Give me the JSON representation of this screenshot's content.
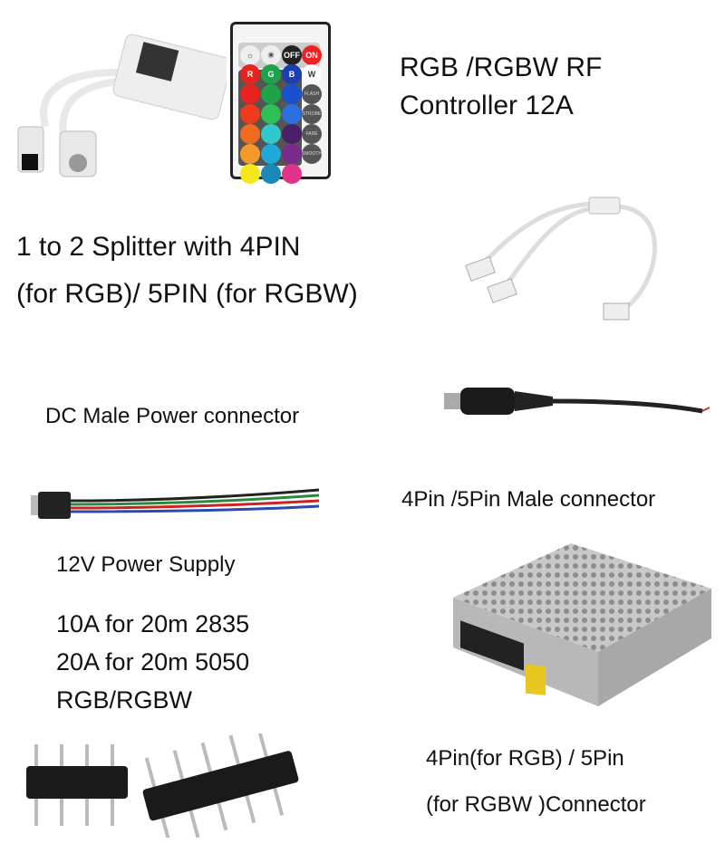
{
  "controller": {
    "line1": "RGB /RGBW RF",
    "line2": "Controller 12A"
  },
  "remote": {
    "buttons": {
      "off": "OFF",
      "on": "ON",
      "r": "R",
      "g": "G",
      "b": "B",
      "w": "W",
      "flash": "FLASH",
      "strobe": "STROBE",
      "fade": "FADE",
      "smooth": "SMOOTH"
    },
    "colors": [
      "#e8221c",
      "#1fa34a",
      "#1a4fd0",
      "#f03a1c",
      "#2fbf58",
      "#2b6fe0",
      "#f06a20",
      "#30c8c8",
      "#4a1f6a",
      "#f59a2a",
      "#20a8d8",
      "#7a2a8a",
      "#f5e81a",
      "#1a88b8",
      "#e0348a"
    ]
  },
  "splitter": {
    "line1": "1 to 2 Splitter with 4PIN",
    "line2": "(for RGB)/ 5PIN (for RGBW)"
  },
  "dc_label": "DC Male Power connector",
  "male_connector_label": "4Pin /5Pin Male connector",
  "power_supply": {
    "title": "12V Power Supply",
    "line1": "10A for 20m 2835",
    "line2": "20A for 20m 5050",
    "line3": "RGB/RGBW"
  },
  "pin_connector": {
    "line1": "4Pin(for RGB) / 5Pin",
    "line2": "(for RGBW )Connector"
  }
}
